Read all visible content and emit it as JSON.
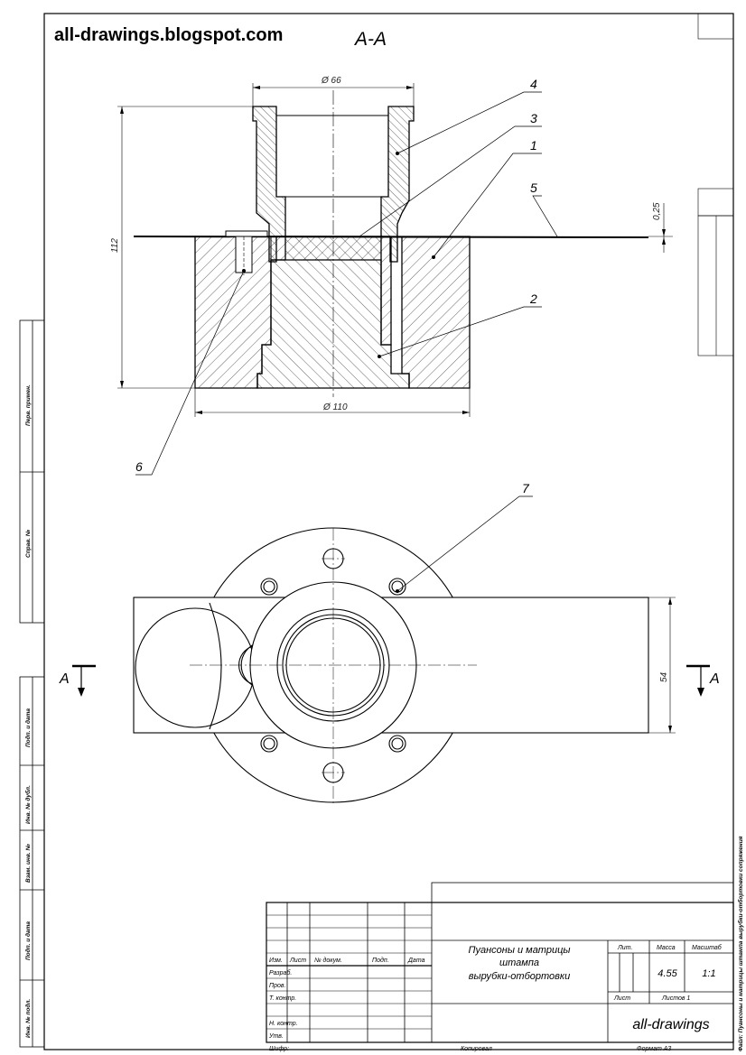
{
  "website": "all-drawings.blogspot.com",
  "section_label": "A-A",
  "dimensions": {
    "top_diameter": "Ø 66",
    "bottom_diameter": "Ø 110",
    "height": "112",
    "sheet_thickness": "0,25",
    "width": "54"
  },
  "callouts": [
    "4",
    "3",
    "1",
    "5",
    "2",
    "6",
    "7"
  ],
  "section_marks": {
    "left": "A",
    "right": "A"
  },
  "side_stamp": [
    "Перв. примен.",
    "Справ. №",
    "Подп. и дата",
    "Инв. № дубл.",
    "Взам. инв. №",
    "Подп. и дата",
    "Инв. № подл."
  ],
  "title_block": {
    "col_headers": [
      "Изм.",
      "Лист",
      "№ докум.",
      "Подп.",
      "Дата"
    ],
    "row_labels": [
      "Разраб.",
      "Пров.",
      "Т. контр.",
      "Н. контр.",
      "Утв."
    ],
    "title_line1": "Пуансоны и матрицы",
    "title_line2": "штампа",
    "title_line3": "вырубки-отбортовки",
    "lit_header": "Лит.",
    "mass_header": "Масса",
    "scale_header": "Масштаб",
    "mass": "4.55",
    "scale": "1:1",
    "sheet_label": "Лист",
    "sheets_label": "Листов 1",
    "company": "all-drawings",
    "cipher_label": "Шифр:",
    "copied_label": "Копировал",
    "format_label": "Формат А3"
  },
  "file_note": "Файл: Пуансоны и матрицы штампа вырубки-отбортовки сопряжения"
}
